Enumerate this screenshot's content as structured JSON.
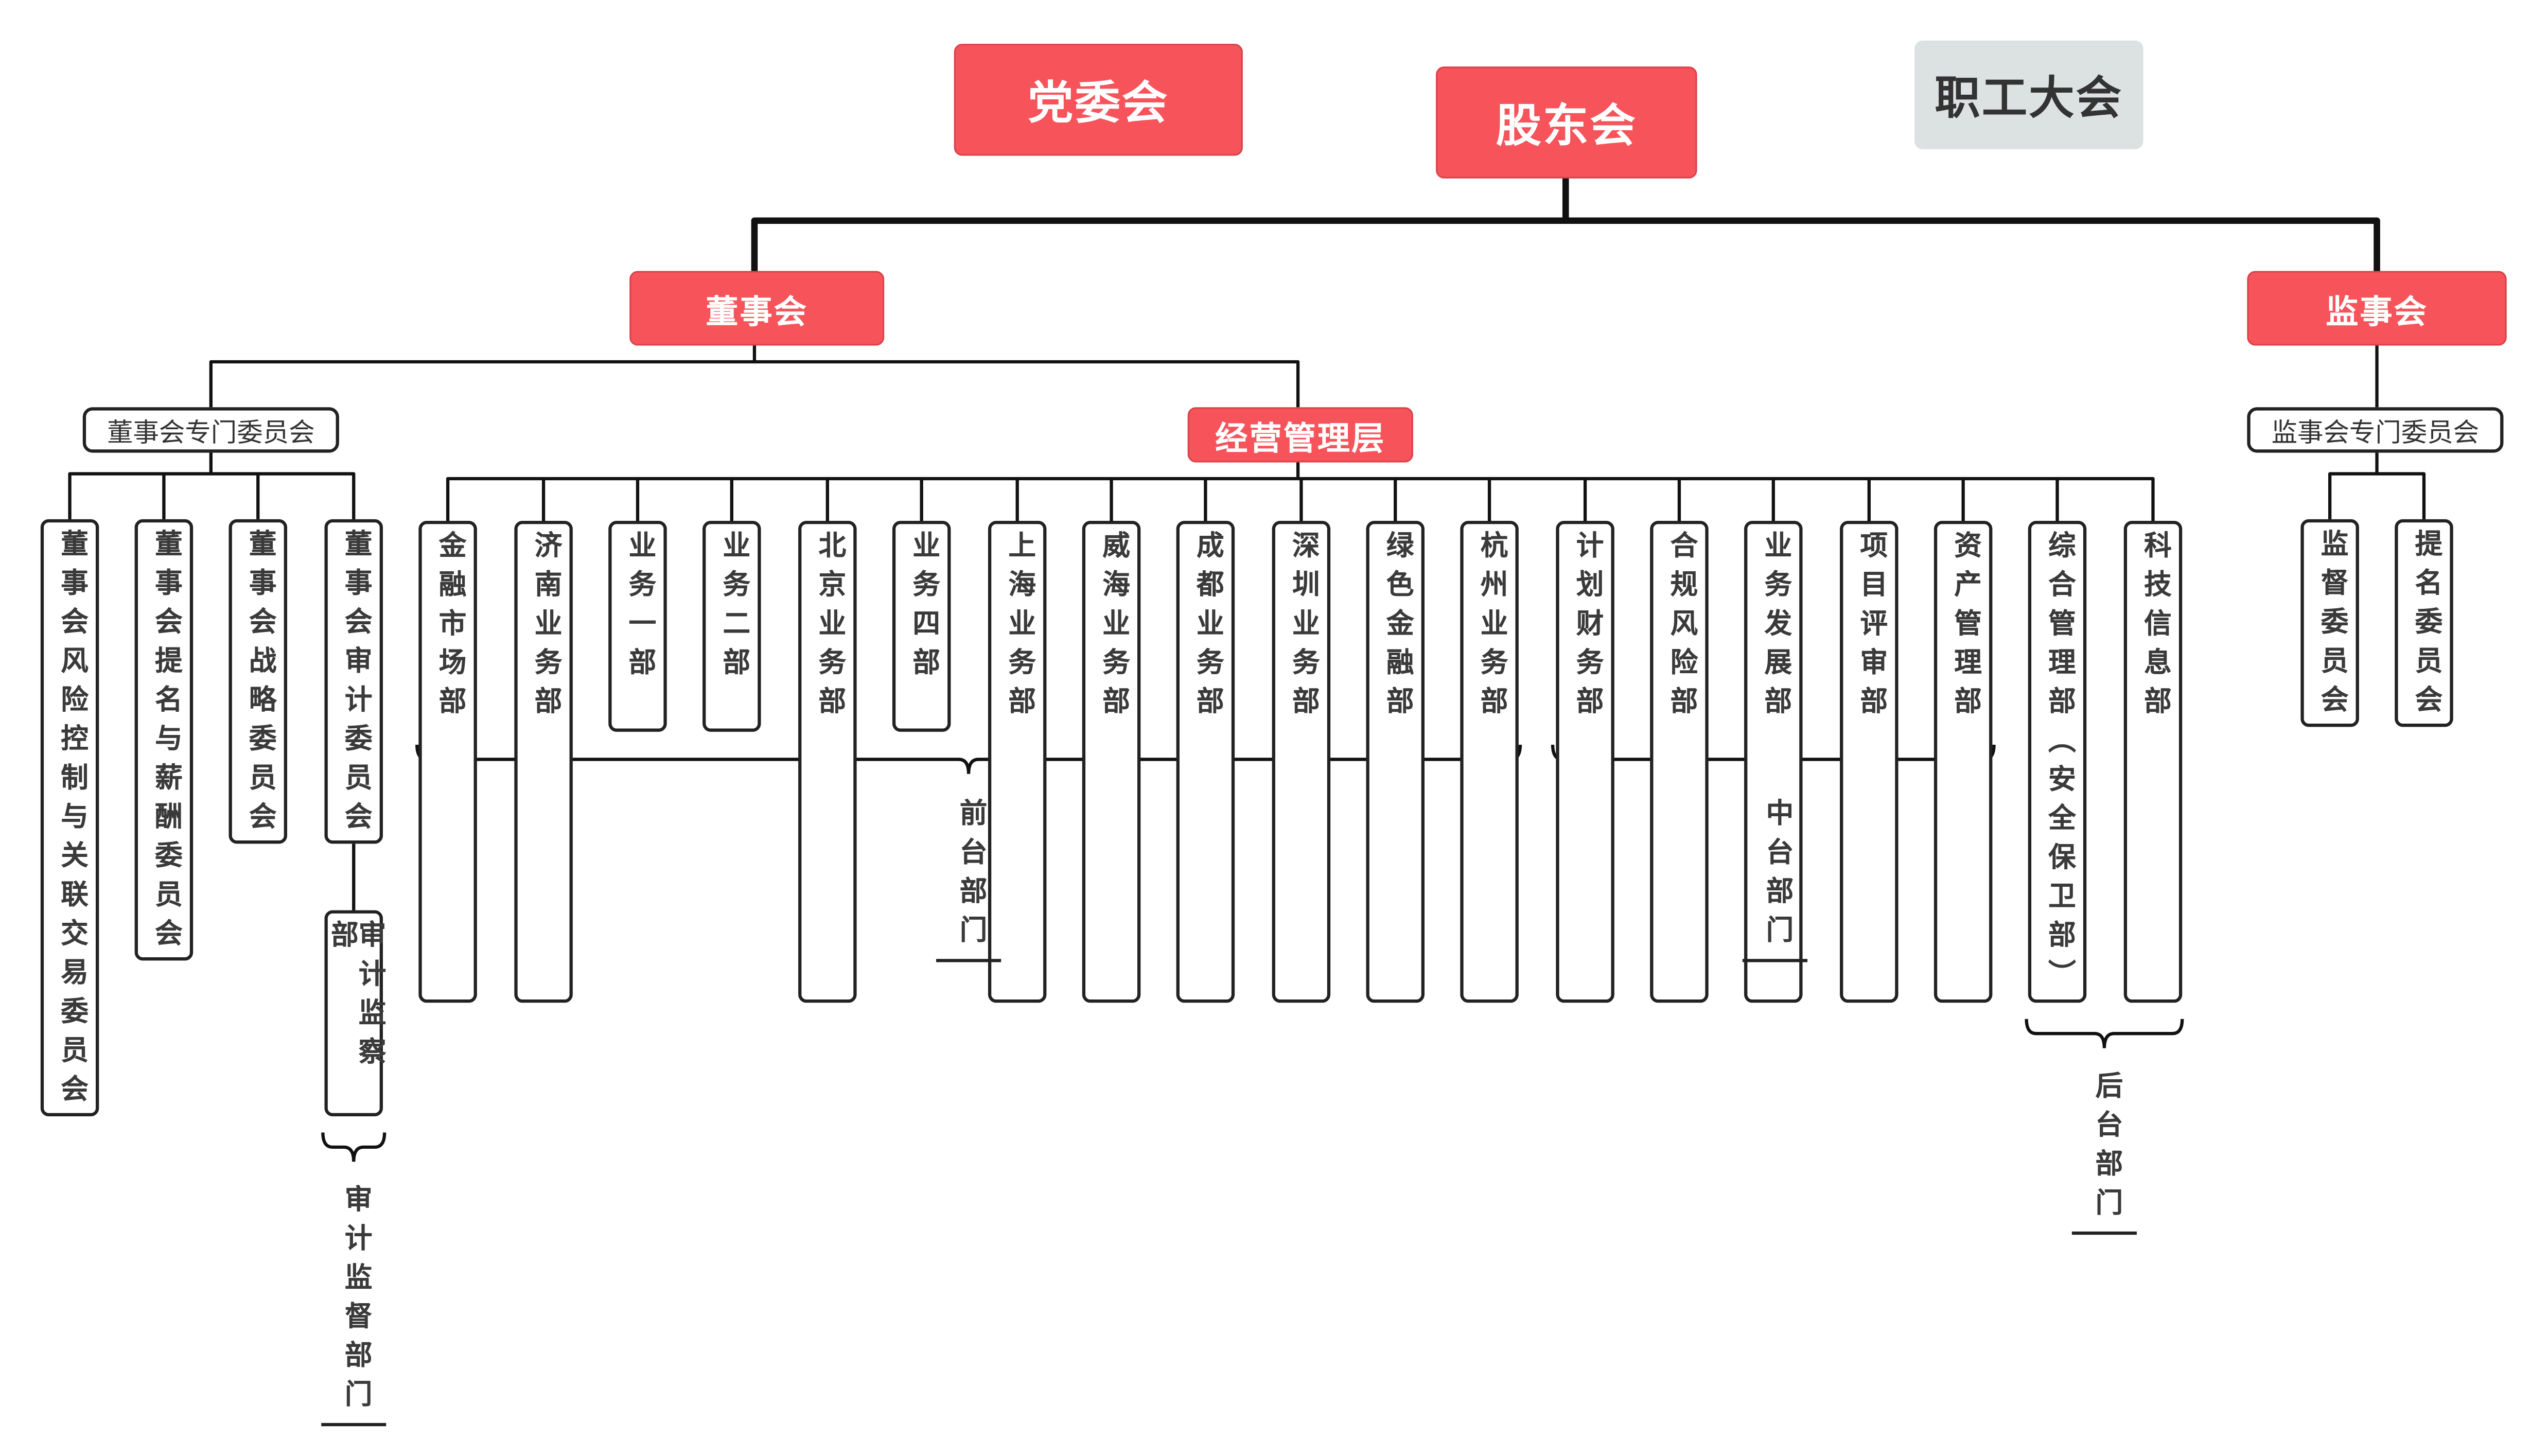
{
  "top": {
    "party": "党委会",
    "shareholders": "股东会",
    "workers": "职工大会"
  },
  "board": {
    "label": "董事会",
    "committees_label": "董事会专门委员会",
    "committees": [
      "董事会风险控制与关联交易委员会",
      "董事会提名与薪酬委员会",
      "董事会战略委员会",
      "董事会审计委员会"
    ],
    "audit_dept": "审计监察部",
    "audit_group": "审计监督部门"
  },
  "management": {
    "label": "经营管理层",
    "departments": [
      "金融市场部",
      "济南业务部",
      "业务一部",
      "业务二部",
      "北京业务部",
      "业务四部",
      "上海业务部",
      "威海业务部",
      "成都业务部",
      "深圳业务部",
      "绿色金融部",
      "杭州业务部",
      "计划财务部",
      "合规风险部",
      "业务发展部",
      "项目评审部",
      "资产管理部",
      "综合管理部（安全保卫部）",
      "科技信息部"
    ],
    "groups": {
      "front": "前台部门",
      "middle": "中台部门",
      "back": "后台部门"
    }
  },
  "supervisory": {
    "label": "监事会",
    "committees_label": "监事会专门委员会",
    "committees": [
      "监督委员会",
      "提名委员会"
    ]
  },
  "colors": {
    "accent": "#f7535b",
    "neutral": "#dce2e2",
    "line": "#111111"
  }
}
